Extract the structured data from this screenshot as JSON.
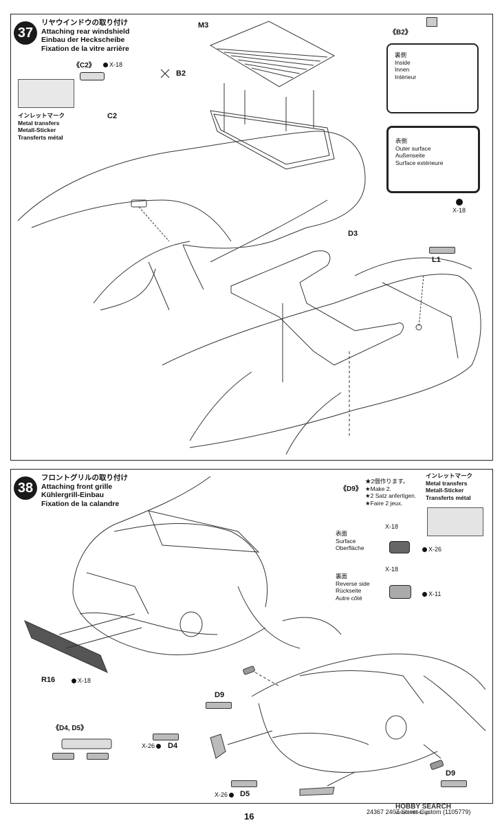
{
  "step37": {
    "number": "37",
    "title_jp": "リヤウインドウの取り付け",
    "title_en": "Attaching rear windshield",
    "title_de": "Einbau der Heckscheibe",
    "title_fr": "Fixation de la vitre arrière",
    "parts": {
      "m3": "M3",
      "b2": "B2",
      "c2": "C2",
      "d3": "D3",
      "l1": "L1"
    },
    "c2_inset": {
      "label": "《C2》",
      "ref": "X-18",
      "transfer_jp": "インレットマーク",
      "transfer_en": "Metal transfers",
      "transfer_de": "Metall-Sticker",
      "transfer_fr": "Transferts métal"
    },
    "b2_inset": {
      "label": "《B2》",
      "inside_jp": "裏側",
      "inside_en": "Inside",
      "inside_de": "Innen",
      "inside_fr": "Intérieur",
      "outer_jp": "表側",
      "outer_en": "Outer surface",
      "outer_de": "Außenseite",
      "outer_fr": "Surface extérieure",
      "ref": "X-18"
    }
  },
  "step38": {
    "number": "38",
    "title_jp": "フロントグリルの取り付け",
    "title_en": "Attaching front grille",
    "title_de": "Kühlergrill-Einbau",
    "title_fr": "Fixation de la calandre",
    "parts": {
      "r16": "R16",
      "r16_ref": "X-18",
      "d9_a": "D9",
      "d9_b": "D9",
      "d4": "D4",
      "d4_ref": "X-26",
      "d5": "D5",
      "d5_ref": "X-26",
      "d4d5_label": "《D4, D5》"
    },
    "d9_inset": {
      "label": "《D9》",
      "make_jp": "★2個作ります。",
      "make_en": "★Make 2.",
      "make_de": "★2 Satz anfertigen.",
      "make_fr": "★Faire 2 jeux.",
      "surface_jp": "表面",
      "surface_en": "Surface",
      "surface_de": "Oberfläche",
      "reverse_jp": "裏面",
      "reverse_en": "Reverse side",
      "reverse_de": "Rückseite",
      "reverse_fr": "Autre côté",
      "ref_x18a": "X-18",
      "ref_x26": "X-26",
      "ref_x18b": "X-18",
      "ref_x11": "X-11",
      "transfer_jp": "インレットマーク",
      "transfer_en": "Metal transfers",
      "transfer_de": "Metall-Sticker",
      "transfer_fr": "Transferts métal"
    }
  },
  "footer": {
    "page_number": "16",
    "code": "24367  240Z Street-Custom (1105779)",
    "watermark": "HOBBY SEARCH",
    "watermark_url": "www.1999.co.jp"
  }
}
